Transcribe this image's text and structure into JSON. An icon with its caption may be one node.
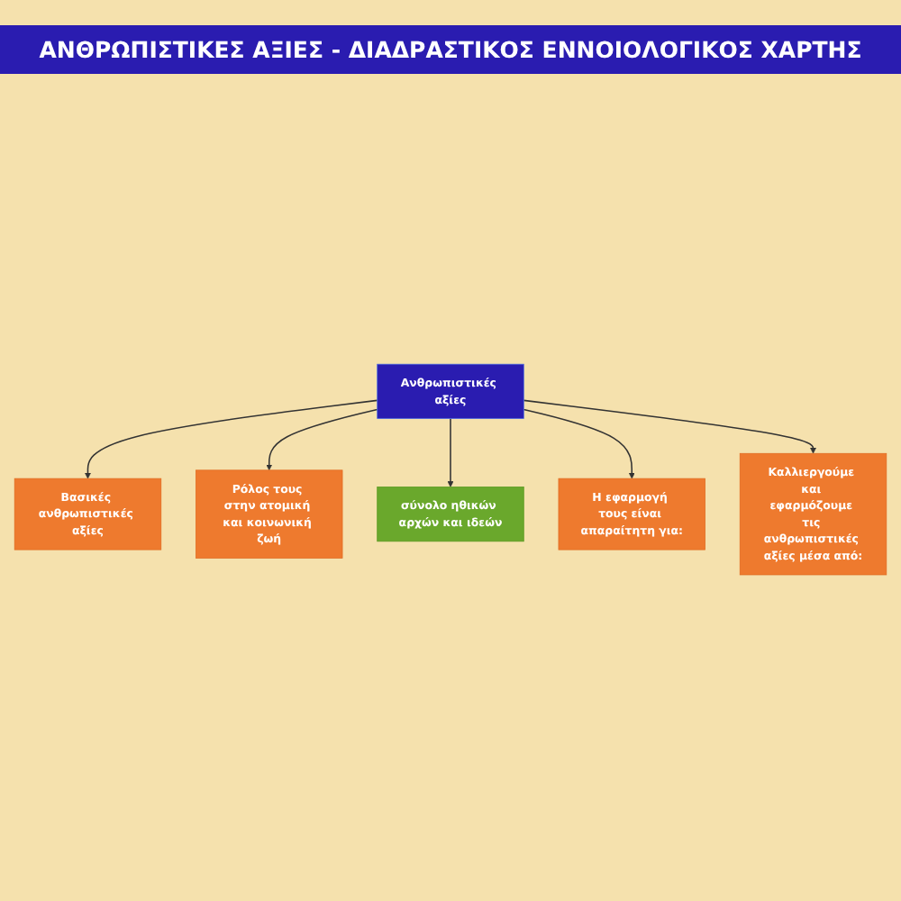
{
  "diagram": {
    "title": "ΑΝΘΡΩΠΙΣΤΙΚΕΣ ΑΞΙΕΣ - ΔΙΑΔΡΑΣΤΙΚΟΣ ΕΝΝΟΙΟΛΟΓΙΚΟΣ ΧΑΡΤΗΣ",
    "nodes": [
      {
        "text": [
          "Βασικές ανθρωπιστικές αξίες"
        ]
      },
      {
        "text": [
          "Ρόλος τους στην ατομική και κοινωνική ζωή"
        ]
      },
      {
        "text": [
          "Ανθρωπιστικές αξίες"
        ]
      },
      {
        "text": [
          "σύνολο ηθικών αρχών και ιδεών"
        ]
      },
      {
        "text": [
          "Η εφαρμογή τους είναι απαραίτητη για:"
        ]
      },
      {
        "text": [
          "Καλλιεργούμε και εφαρμόζουμε τις ανθρωπιστικές αξίες μέσα από:"
        ]
      }
    ],
    "edges": [
      {
        "from": 2,
        "to": 0,
        "arrow": "to"
      },
      {
        "from": 2,
        "to": 1,
        "arrow": "to"
      },
      {
        "from": 2,
        "to": 3,
        "arrow": "to"
      },
      {
        "from": 2,
        "to": 4,
        "arrow": "to"
      },
      {
        "from": 2,
        "to": 5,
        "arrow": "to"
      }
    ]
  }
}
